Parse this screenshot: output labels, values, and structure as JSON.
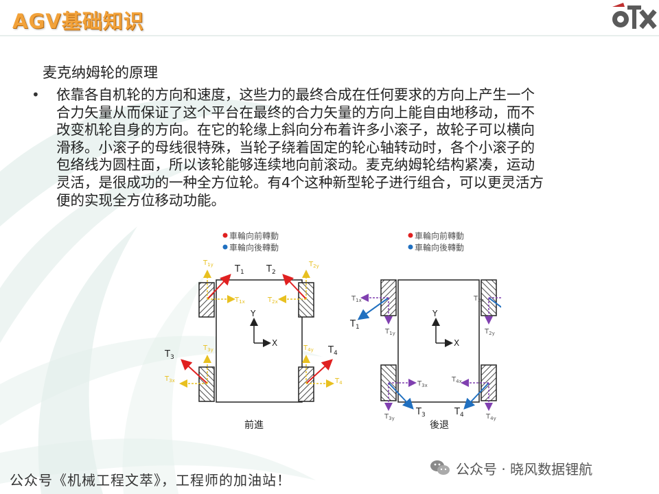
{
  "header": {
    "title": "AGV基础知识"
  },
  "content": {
    "subtitle": "麦克纳姆轮的原理",
    "bullet_lines": [
      "依靠各自机轮的方向和速度，这些力的最终合成在任何要求的方向上产生一个",
      "合力矢量从而保证了这个平台在最终的合力矢量的方向上能自由地移动，而不",
      "改变机轮自身的方向。在它的轮缘上斜向分布着许多小滚子，故轮子可以横向",
      "滑移。小滚子的母线很特殊，当轮子绕着固定的轮心轴转动时，各个小滚子的",
      "包络线为圆柱面，所以该轮能够连续地向前滚动。麦克纳姆轮结构紧凑，运动",
      "灵活，是很成功的一种全方位轮。有4个这种新型轮子进行组合，可以更灵活方",
      "便的实现全方位移动功能。"
    ]
  },
  "diagram": {
    "legend": {
      "forward": "車輪向前轉動",
      "backward": "車輪向後轉動"
    },
    "axis_y": "Y",
    "axis_x": "X",
    "forward_caption": "前進",
    "backward_caption": "後退",
    "labels": {
      "T": "T",
      "sub1": "1",
      "sub2": "2",
      "sub3": "3",
      "sub4": "4",
      "sub1x": "1x",
      "sub1y": "1y",
      "sub2x": "2x",
      "sub2y": "2y",
      "sub3x": "3x",
      "sub3y": "3y",
      "sub4x": "4x",
      "sub4y": "4y"
    },
    "colors": {
      "red": "#e02020",
      "blue": "#2070c0",
      "yellow": "#e8c020",
      "purple": "#8040b0"
    }
  },
  "footer": {
    "left_text": "公众号《机械工程文萃》，工程师的加油站！",
    "right_text": "公众号 · 晓风数据锂航"
  }
}
